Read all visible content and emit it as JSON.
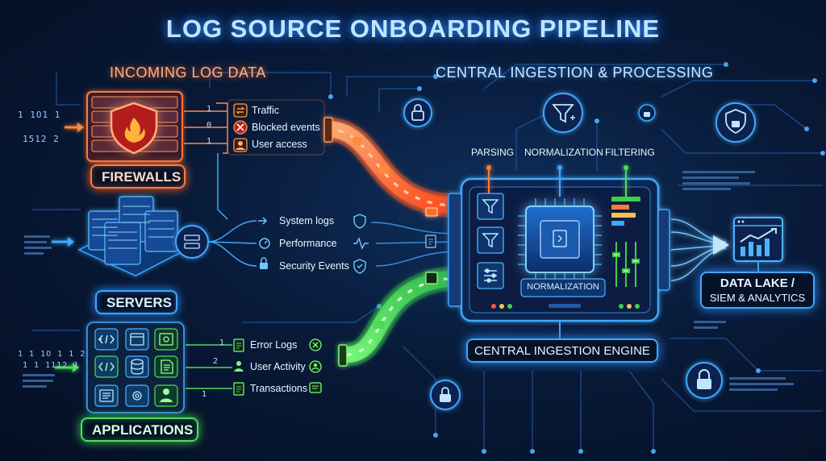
{
  "title": "LOG SOURCE ONBOARDING PIPELINE",
  "sections": {
    "incoming": "INCOMING LOG DATA",
    "central": "CENTRAL INGESTION & PROCESSING"
  },
  "sources": {
    "firewalls": {
      "label": "FIREWALLS",
      "binary": [
        "1 1O1 1",
        "1512 2"
      ],
      "items": [
        {
          "count": "1",
          "label": "Traffic",
          "icon": "traffic-icon"
        },
        {
          "count": "0",
          "label": "Blocked events",
          "icon": "blocked-icon"
        },
        {
          "count": "1",
          "label": "User access",
          "icon": "user-icon"
        }
      ]
    },
    "servers": {
      "label": "SERVERS",
      "items": [
        {
          "label": "System logs",
          "icon": "shield-icon"
        },
        {
          "label": "Performance",
          "icon": "pulse-icon"
        },
        {
          "label": "Security Events",
          "icon": "check-shield-icon"
        }
      ]
    },
    "applications": {
      "label": "APPLICATIONS",
      "binary": [
        "1 1 1O 1 1 2",
        "1 1 1112 1"
      ],
      "items": [
        {
          "count": "1",
          "label": "Error Logs",
          "icon": "x-icon"
        },
        {
          "count": "2",
          "label": "User Activity",
          "icon": "user-icon"
        },
        {
          "count": "1",
          "label": "Transactions",
          "icon": "document-icon"
        }
      ]
    }
  },
  "engine": {
    "stages": [
      "PARSING",
      "NORMALIZATION",
      "FILTERING"
    ],
    "inner_label": "NORMALIZATION",
    "label": "CENTRAL INGESTION ENGINE"
  },
  "destination": {
    "line1": "DATA LAKE /",
    "line2": "SIEM & ANALYTICS"
  },
  "colors": {
    "firewall": "#ff6a2a",
    "server": "#2f8fff",
    "application": "#3fcf4a",
    "engine": "#3fa8ff"
  }
}
